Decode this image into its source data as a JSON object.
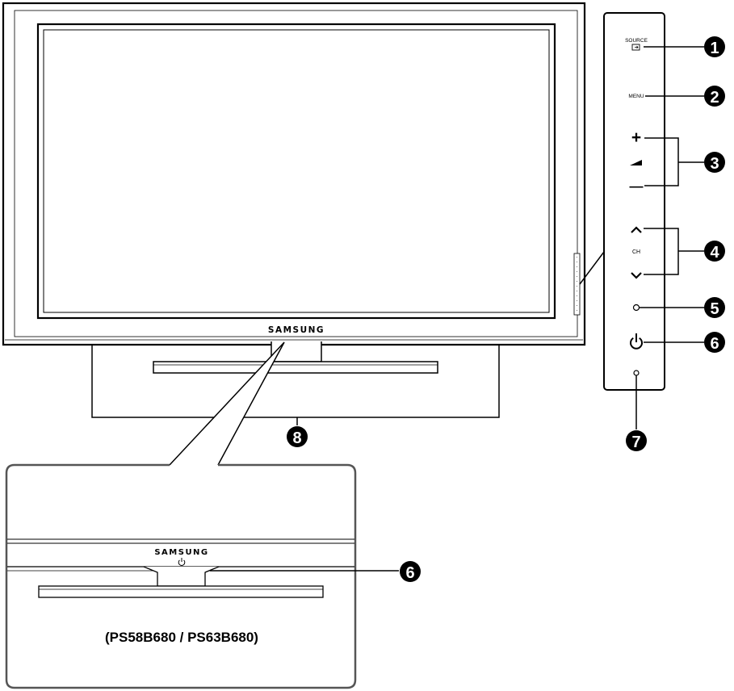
{
  "tv": {
    "brand": "SAMSUNG"
  },
  "control_panel": {
    "source_label": "SOURCE",
    "menu_label": "MENU",
    "plus_symbol": "+",
    "minus_symbol": "—",
    "ch_label": "CH"
  },
  "callouts": [
    "1",
    "2",
    "3",
    "4",
    "5",
    "6",
    "7",
    "8"
  ],
  "detail": {
    "brand": "SAMSUNG",
    "callout": "6",
    "models": "(PS58B680 / PS63B680)"
  }
}
